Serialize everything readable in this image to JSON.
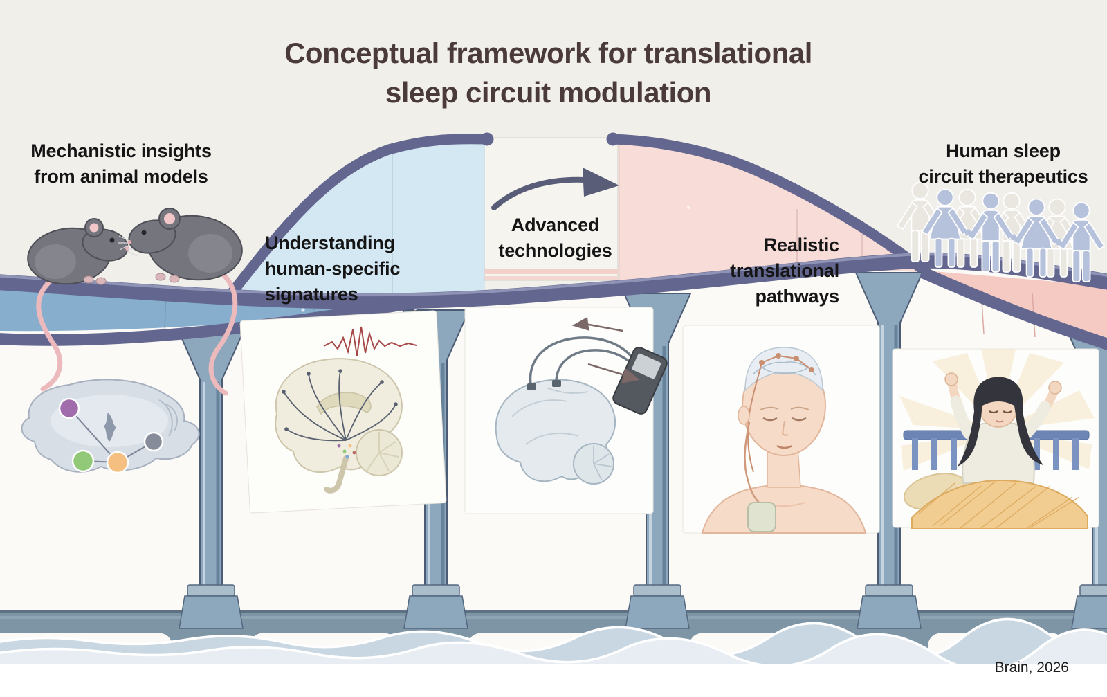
{
  "title": {
    "line1": "Conceptual framework for translational",
    "line2": "sleep circuit modulation"
  },
  "attribution": "Brain, 2026",
  "stages": [
    {
      "id": "animal-models",
      "label": "Mechanistic insights\nfrom animal models",
      "icon": "mice-pair-icon"
    },
    {
      "id": "human-signatures",
      "label": "Understanding\nhuman-specific\nsignatures",
      "icon": "human-brain-circuits-icon"
    },
    {
      "id": "advanced-technologies",
      "label": "Advanced\ntechnologies",
      "icon": "brain-stimulator-device-icon"
    },
    {
      "id": "translational-pathways",
      "label": "Realistic\ntranslational\npathways",
      "icon": "patient-implant-icon"
    },
    {
      "id": "human-therapeutics",
      "label": "Human sleep\ncircuit therapeutics",
      "icon": "waking-person-icon"
    }
  ],
  "illustrations": [
    "mouse-brain-circuit-nodes",
    "human-brain-projection-arrows-with-eeg-trace",
    "brain-with-stimulation-device",
    "person-with-brain-implant-and-chest-generator",
    "person-waking-refreshed-in-bed",
    "paper-doll-human-figures",
    "two-mice-on-bridge"
  ],
  "colors": {
    "background_upper": "#f1efea",
    "background_lower": "#fbfaf7",
    "rail": "#63668e",
    "rail_highlight": "#9a9fc0",
    "deck_blue": "#87aecd",
    "deck_pink": "#f4cac3",
    "sail_blue": "#d4e8f3",
    "sail_pink": "#f8dcd8",
    "mid_panel": "#f6f4ef",
    "mid_stripe": "#f4d0cb",
    "arrow": "#595d78",
    "pier": "#8da8bd",
    "pier_base": "#a9bdcb",
    "lower_bridge": "#7e95a6",
    "water_back": "#c9d7e2",
    "water_front": "#e7edf2",
    "figures": "#b6c2db",
    "figures_faded": "#eae7e1",
    "mouse_body": "#75757d",
    "mouse_ear": "#f1c7ca",
    "mouse_tail": "#ecb9bc",
    "node_purple": "#a06cac",
    "node_green": "#92c979",
    "node_orange": "#f6bf82",
    "node_gray": "#868c9a",
    "waveform_red": "#a64848",
    "title_text": "#4b3a3a",
    "label_text": "#151515"
  }
}
